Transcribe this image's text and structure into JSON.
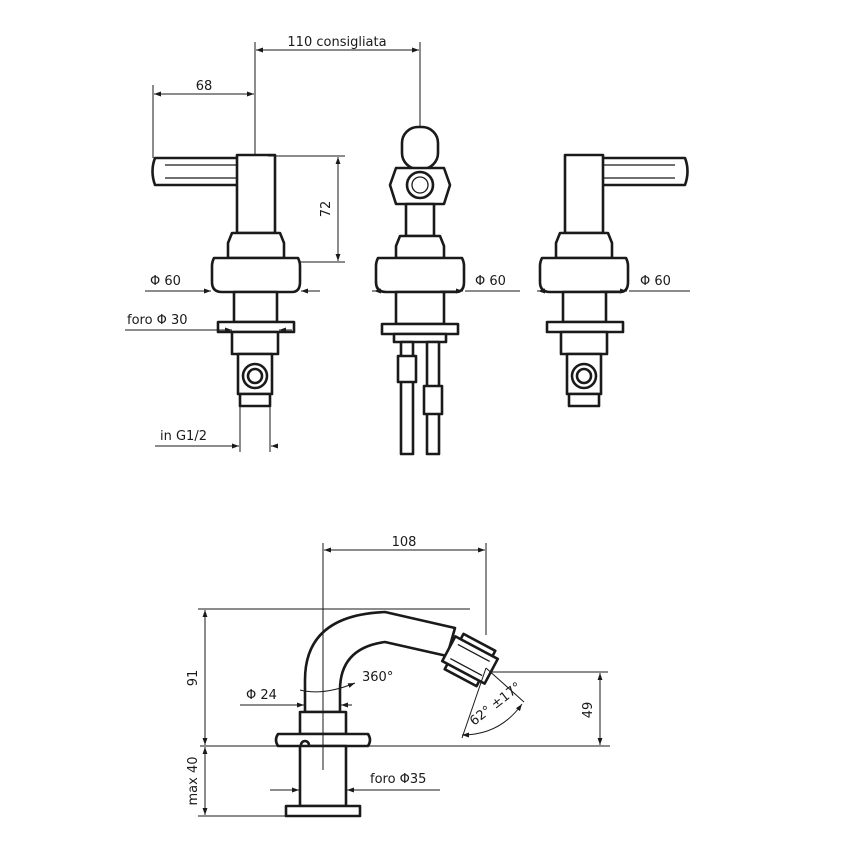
{
  "diagram": {
    "front_views": {
      "spacing_label": "110 consigliata",
      "handle_reach_label": "68",
      "handle_height_label": "72",
      "left_flange_diameter_label": "Φ 60",
      "center_flange_diameter_label": "Φ 60",
      "right_flange_diameter_label": "Φ 60",
      "mounting_hole_label": "foro Φ 30",
      "inlet_thread_label": "in G1/2"
    },
    "side_view": {
      "spout_projection_label": "108",
      "total_height_label": "91",
      "swivel_label": "360°",
      "body_diameter_label": "Φ 24",
      "aerator_angle_label": "62° ±17°",
      "outlet_height_label": "49",
      "max_thickness_label": "max 40",
      "mounting_hole_label": "foro Φ35"
    }
  }
}
